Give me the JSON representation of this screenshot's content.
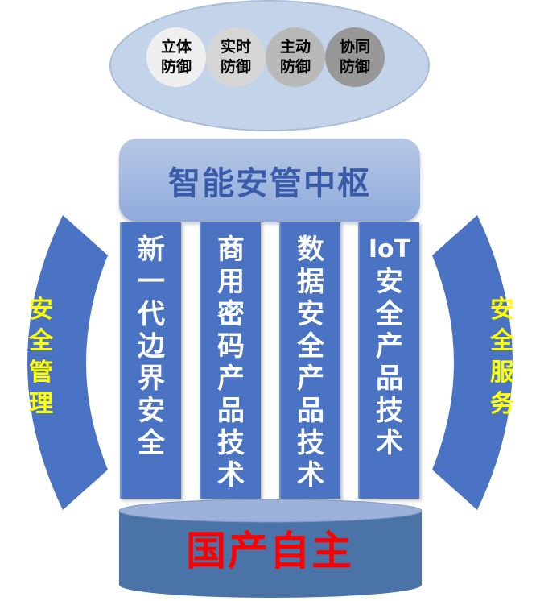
{
  "top": {
    "items": [
      {
        "line1": "立体",
        "line2": "防御"
      },
      {
        "line1": "实时",
        "line2": "防御"
      },
      {
        "line1": "主动",
        "line2": "防御"
      },
      {
        "line1": "协同",
        "line2": "防御"
      }
    ]
  },
  "hub": {
    "label": "智能安管中枢"
  },
  "pillars": [
    {
      "chars": [
        "新",
        "一",
        "代",
        "边",
        "界",
        "安",
        "全"
      ]
    },
    {
      "chars": [
        "商",
        "用",
        "密",
        "码",
        "产",
        "品",
        "技",
        "术"
      ]
    },
    {
      "chars": [
        "数",
        "据",
        "安",
        "全",
        "产",
        "品",
        "技",
        "术"
      ]
    },
    {
      "chars": [
        "IoT",
        "安",
        "全",
        "产",
        "品",
        "技",
        "术"
      ]
    }
  ],
  "left_side": {
    "chars": [
      "安",
      "全",
      "管",
      "理"
    ]
  },
  "right_side": {
    "chars": [
      "安",
      "全",
      "服",
      "务"
    ]
  },
  "base": {
    "label": "国产自主"
  },
  "colors": {
    "pillar": "#4a73c4",
    "hub_text": "#3a5ca8",
    "side_text": "#ffff00",
    "base_text": "#ff0000",
    "base_top": "#9db2da",
    "base_body": "#4a73a8"
  }
}
